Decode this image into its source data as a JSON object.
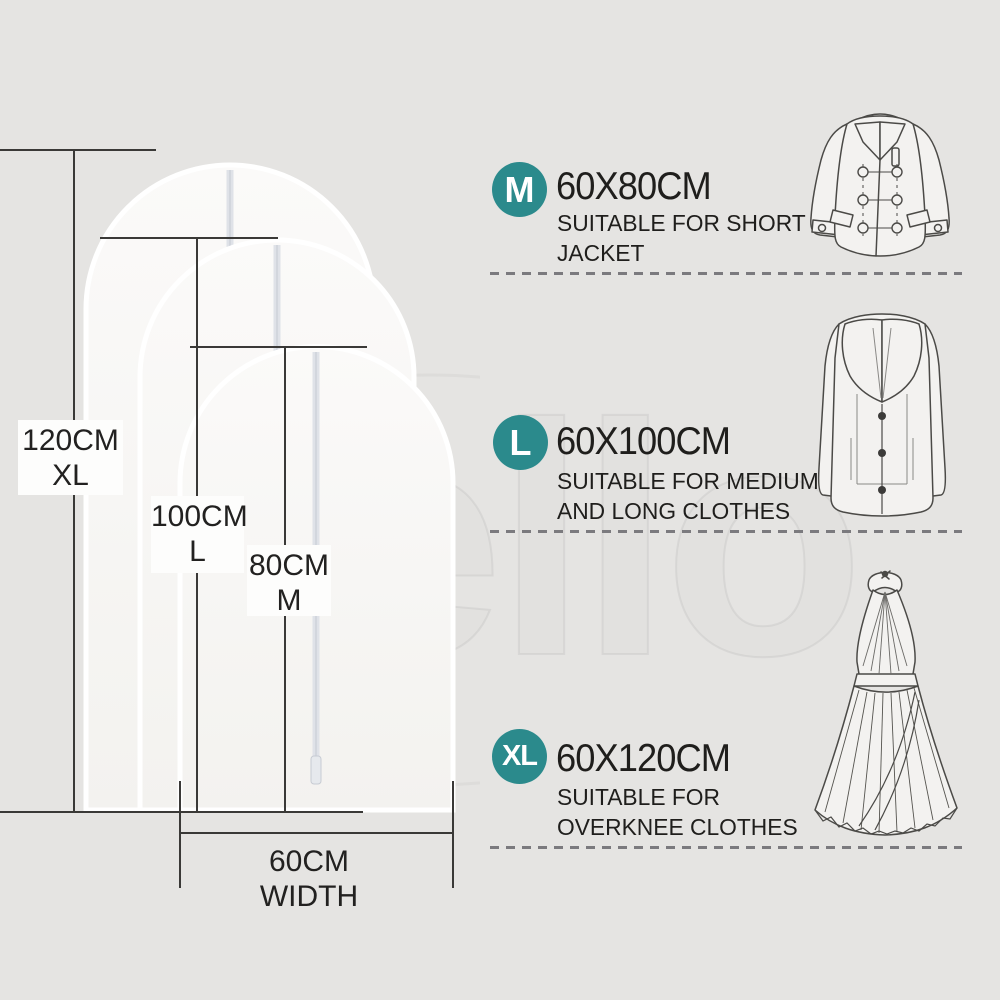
{
  "colors": {
    "background": "#e5e4e2",
    "accent_teal": "#2b8a8c",
    "text": "#1f1e1c",
    "bag_fill": "#f8f7f5",
    "bag_edge": "#ffffff"
  },
  "watermark": {
    "text": "Bello"
  },
  "diagram": {
    "height_labels": [
      {
        "size": "120CM",
        "tag": "XL"
      },
      {
        "size": "100CM",
        "tag": "L"
      },
      {
        "size": "80CM",
        "tag": "M"
      }
    ],
    "width_label": {
      "size": "60CM",
      "tag": "WIDTH"
    },
    "bags": [
      {
        "name": "garment-bag-xl",
        "height_cm": 120,
        "width_cm": 60
      },
      {
        "name": "garment-bag-l",
        "height_cm": 100,
        "width_cm": 60
      },
      {
        "name": "garment-bag-m",
        "height_cm": 80,
        "width_cm": 60
      }
    ]
  },
  "sizes": [
    {
      "badge": "M",
      "dimensions": "60X80CM",
      "description_line1": "SUITABLE FOR SHORT",
      "description_line2": "JACKET",
      "garment_icon": "short-jacket"
    },
    {
      "badge": "L",
      "dimensions": "60X100CM",
      "description_line1": "SUITABLE FOR MEDIUM",
      "description_line2": "AND LONG CLOTHES",
      "garment_icon": "long-coat"
    },
    {
      "badge": "XL",
      "dimensions": "60X120CM",
      "description_line1": "SUITABLE FOR",
      "description_line2": "OVERKNEE CLOTHES",
      "garment_icon": "pleated-dress"
    }
  ]
}
